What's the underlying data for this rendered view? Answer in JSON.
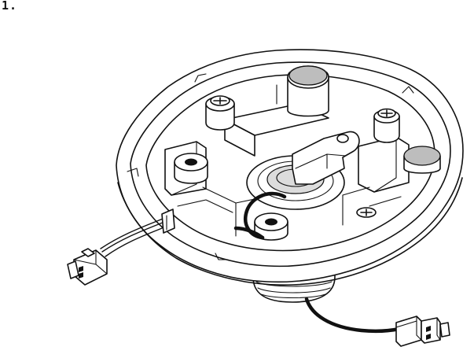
{
  "step": {
    "number": "1."
  },
  "illustration": {
    "part_icons": [
      "housing-base",
      "mounting-screw",
      "wire-harness",
      "connector-plug"
    ]
  }
}
